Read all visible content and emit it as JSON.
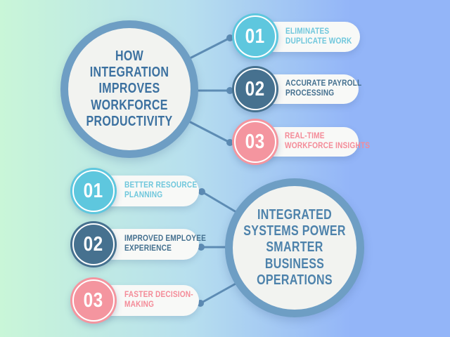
{
  "palette": {
    "bg_left": "#c9f6d8",
    "bg_mid": "#b7dfee",
    "bg_right": "#93b5f8",
    "hub_border": "#6e9ec4",
    "hub_fill": "#f2f3f0",
    "hub_text_top": "#3c71a0",
    "hub_text_bottom": "#4d82ab",
    "connector": "#5d8cb4",
    "pill_fill": "#f8f9f7",
    "step_lightblue": "#5ec7de",
    "step_darkblue": "#46718f",
    "step_pink": "#f4959f",
    "text_lightblue": "#6fc7dc",
    "text_darkblue": "#44708f",
    "text_pink": "#f48b98",
    "number_text": "#ffffff"
  },
  "top_section": {
    "hub": {
      "lines": [
        "HOW",
        "INTEGRATION",
        "IMPROVES",
        "WORKFORCE",
        "PRODUCTIVITY"
      ]
    },
    "items": [
      {
        "number": "01",
        "label_line1": "ELIMINATES",
        "label_line2": "DUPLICATE WORK"
      },
      {
        "number": "02",
        "label_line1": "ACCURATE PAYROLL",
        "label_line2": "PROCESSING"
      },
      {
        "number": "03",
        "label_line1": "REAL-TIME",
        "label_line2": "WORKFORCE INSIGHTS"
      }
    ]
  },
  "bottom_section": {
    "hub": {
      "lines": [
        "INTEGRATED",
        "SYSTEMS POWER",
        "SMARTER",
        "BUSINESS",
        "OPERATIONS"
      ]
    },
    "items": [
      {
        "number": "01",
        "label_line1": "BETTER RESOURCE",
        "label_line2": "PLANNING"
      },
      {
        "number": "02",
        "label_line1": "IMPROVED EMPLOYEE",
        "label_line2": "EXPERIENCE"
      },
      {
        "number": "03",
        "label_line1": "FASTER DECISION-",
        "label_line2": "MAKING"
      }
    ]
  }
}
